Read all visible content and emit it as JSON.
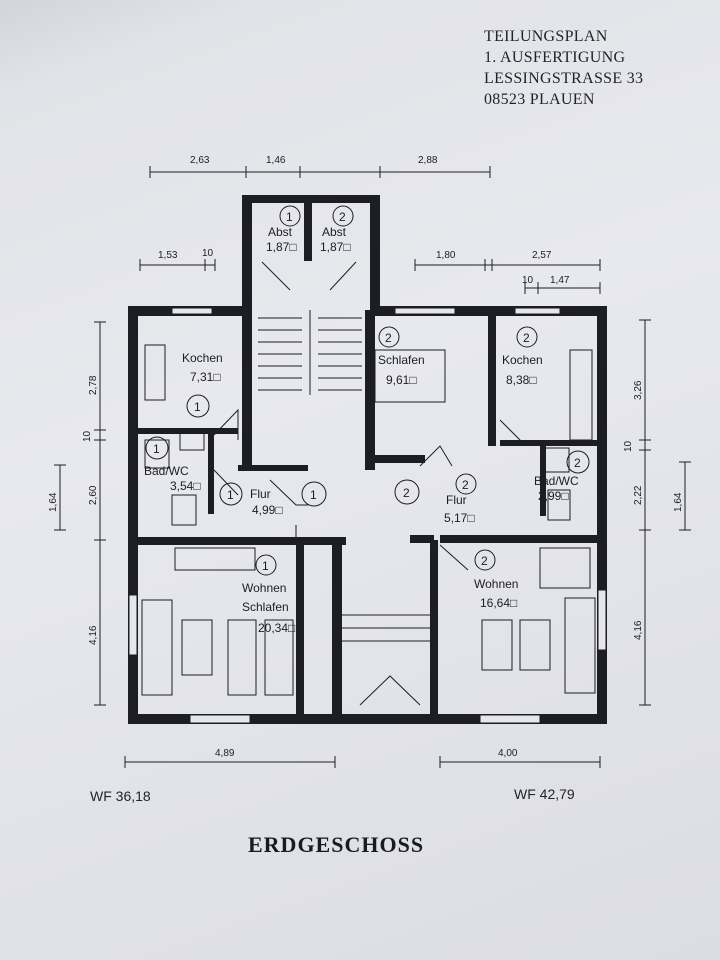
{
  "header": {
    "line1": "TEILUNGSPLAN",
    "line2": "1. AUSFERTIGUNG",
    "line3": "LESSINGSTRASSE 33",
    "line4": "08523 PLAUEN"
  },
  "dimensions": {
    "top_a": "2,63",
    "top_b": "1,46",
    "top_c": "2,88",
    "row2_a": "1,53",
    "row2_b": "10",
    "row2_c": "1,80",
    "row2_d": "2,57",
    "row3_a": "10",
    "row3_b": "1,47",
    "left_a": "2,78",
    "left_b": "10",
    "left_c": "2,60",
    "left_d": "1,64",
    "left_e": "4,16",
    "right_a": "3,26",
    "right_b": "10",
    "right_c": "2,22",
    "right_d": "1,64",
    "right_e": "4,16",
    "bottom_left": "4,89",
    "bottom_right": "4,00"
  },
  "rooms": {
    "abst1": {
      "unit": "1",
      "name": "Abst",
      "area": "1,87"
    },
    "abst2": {
      "unit": "2",
      "name": "Abst",
      "area": "1,87"
    },
    "kochen1": {
      "unit": "1",
      "name": "Kochen",
      "area": "7,31"
    },
    "bad1": {
      "unit": "1",
      "name": "Bad/WC",
      "area": "3,54"
    },
    "flur1": {
      "unit": "1",
      "name": "Flur",
      "area": "4,99"
    },
    "wohnen1": {
      "unit": "1",
      "name1": "Wohnen",
      "name2": "Schlafen",
      "area": "20,34"
    },
    "schlafen2": {
      "unit": "2",
      "name": "Schlafen",
      "area": "9,61"
    },
    "kochen2": {
      "unit": "2",
      "name": "Kochen",
      "area": "8,38"
    },
    "bad2": {
      "unit": "2",
      "name": "Bad/WC",
      "area": "2,99"
    },
    "flur2": {
      "unit": "2",
      "name": "Flur",
      "area": "5,17"
    },
    "wohnen2": {
      "unit": "2",
      "name": "Wohnen",
      "area": "16,64"
    }
  },
  "markers": {
    "unit1": "1",
    "unit2": "2"
  },
  "totals": {
    "left": "WF 36,18",
    "right": "WF 42,79"
  },
  "title": "ERDGESCHOSS"
}
